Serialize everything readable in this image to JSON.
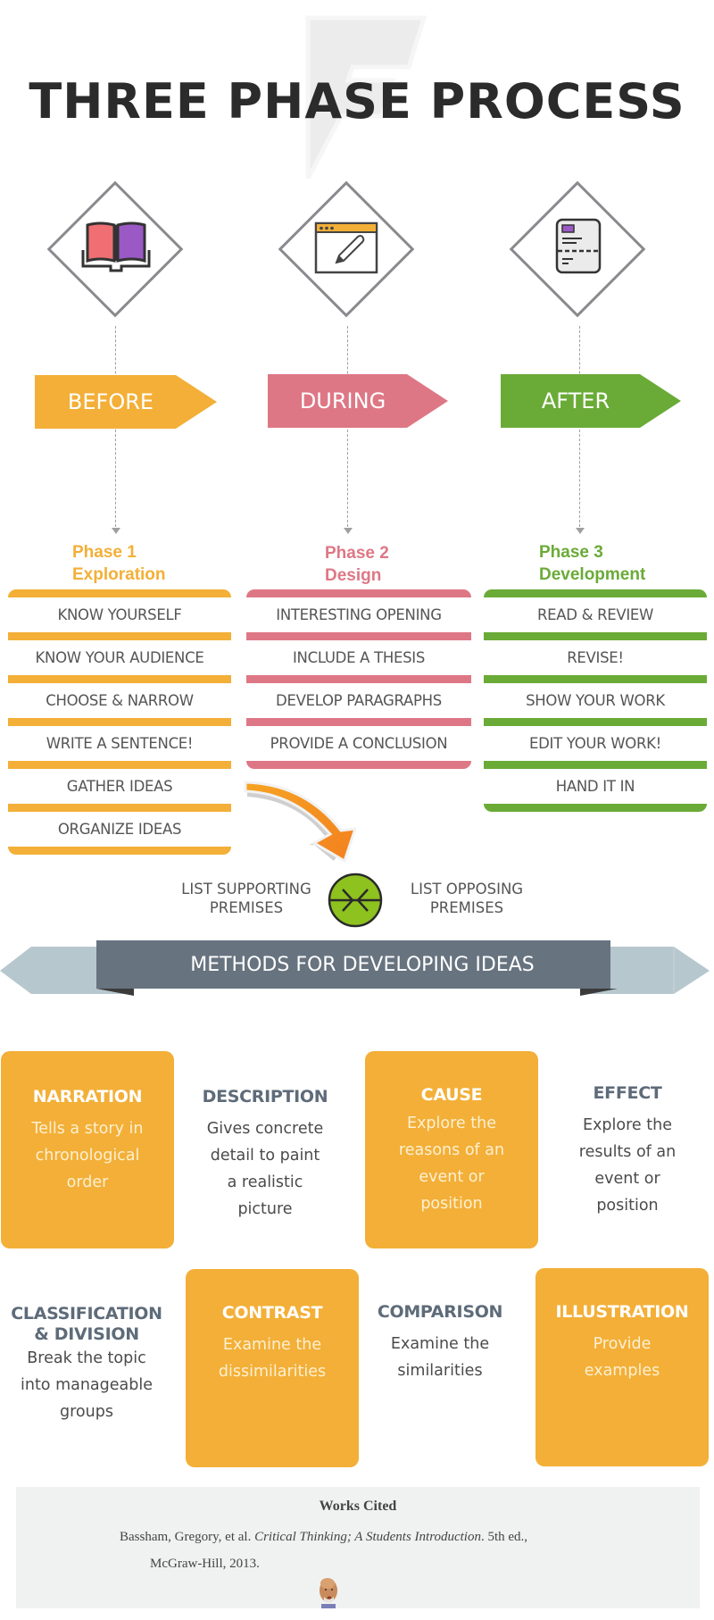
{
  "title": "THREE PHASE PROCESS",
  "colors": {
    "before": "#f3af37",
    "during": "#de7785",
    "after": "#6aab37",
    "ribbon_dark": "#67737f",
    "ribbon_light": "#b7c7ce",
    "card_heading": "#5e6b79",
    "merge_green": "#8dc21f"
  },
  "phases": [
    {
      "icon": "open-book-icon",
      "arrow_label": "BEFORE",
      "heading_line1": "Phase 1",
      "heading_line2": "Exploration",
      "items": [
        "KNOW YOURSELF",
        "KNOW YOUR AUDIENCE",
        "CHOOSE & NARROW",
        "WRITE A SENTENCE!",
        "GATHER IDEAS",
        "ORGANIZE IDEAS"
      ]
    },
    {
      "icon": "browser-pencil-icon",
      "arrow_label": "DURING",
      "heading_line1": "Phase 2",
      "heading_line2": "Design",
      "items": [
        "INTERESTING OPENING",
        "INCLUDE A THESIS",
        "DEVELOP PARAGRAPHS",
        "PROVIDE A CONCLUSION"
      ]
    },
    {
      "icon": "document-icon",
      "arrow_label": "AFTER",
      "heading_line1": "Phase 3",
      "heading_line2": "Development",
      "items": [
        "READ & REVIEW",
        "REVISE!",
        "SHOW YOUR WORK",
        "EDIT YOUR WORK!",
        "HAND IT IN"
      ]
    }
  ],
  "premises": {
    "left_line1": "LIST SUPPORTING",
    "left_line2": "PREMISES",
    "right_line1": "LIST OPPOSING",
    "right_line2": "PREMISES",
    "icon": "merge-arrows-icon"
  },
  "methods_banner": "METHODS FOR DEVELOPING IDEAS",
  "methods": [
    {
      "title": "NARRATION",
      "desc_lines": [
        "Tells a story in",
        "chronological",
        "order"
      ],
      "style": "filled"
    },
    {
      "title": "DESCRIPTION",
      "desc_lines": [
        "Gives concrete",
        "detail to paint",
        "a realistic",
        "picture"
      ],
      "style": "plain"
    },
    {
      "title": "CAUSE",
      "desc_lines": [
        "Explore the",
        "reasons of an",
        "event or",
        "position"
      ],
      "style": "filled"
    },
    {
      "title": "EFFECT",
      "desc_lines": [
        "Explore the",
        "results of an",
        "event or",
        "position"
      ],
      "style": "plain"
    },
    {
      "title_lines": [
        "CLASSIFICATION",
        "& DIVISION"
      ],
      "desc_lines": [
        "Break the topic",
        "into manageable",
        "groups"
      ],
      "style": "plain"
    },
    {
      "title": "CONTRAST",
      "desc_lines": [
        "Examine the",
        "dissimilarities"
      ],
      "style": "filled"
    },
    {
      "title": "COMPARISON",
      "desc_lines": [
        "Examine the",
        "similarities"
      ],
      "style": "plain"
    },
    {
      "title": "ILLUSTRATION",
      "desc_lines": [
        "Provide",
        "examples"
      ],
      "style": "filled"
    }
  ],
  "works_cited": {
    "heading": "Works Cited",
    "author": "Bassham, Gregory, et al. ",
    "book_title": "Critical Thinking; A Students Introduction",
    "edition": ". 5th ed.,",
    "publisher": "McGraw-Hill, 2013."
  }
}
